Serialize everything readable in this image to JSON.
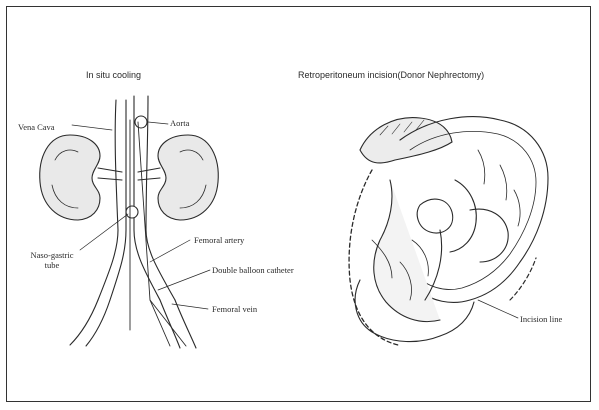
{
  "left_panel": {
    "title": "In situ cooling",
    "labels": {
      "vena_cava": "Vena Cava",
      "aorta": "Aorta",
      "naso_gastric_tube": "Naso-gastric\ntube",
      "femoral_artery": "Femoral artery",
      "double_balloon_catheter": "Double balloon catheter",
      "femoral_vein": "Femoral vein"
    }
  },
  "right_panel": {
    "title": "Retroperitoneum incision(Donor Nephrectomy)",
    "labels": {
      "incision_line": "Incision line"
    }
  },
  "colors": {
    "ink": "#2a2a2a",
    "border": "#333333",
    "background": "#ffffff"
  }
}
